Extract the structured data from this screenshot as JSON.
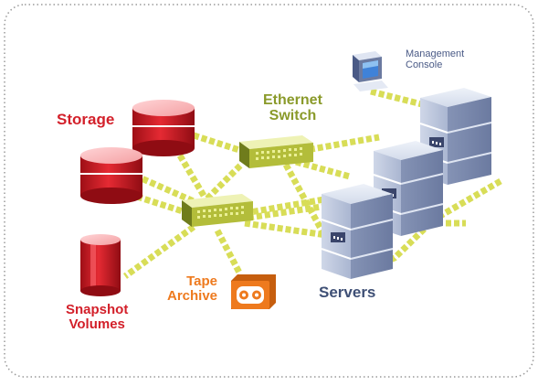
{
  "colors": {
    "storage": "#d3202a",
    "switch": "#8a9a2a",
    "server": "#5a6a8c",
    "tape": "#ee7a1e",
    "management": "#4a5a86",
    "snapshot": "#d3202a",
    "servers_label": "#3e4f75",
    "cable": "#d8dd57",
    "border": "#9a9a9a"
  },
  "labels": {
    "storage": "Storage",
    "ethernet_switch": [
      "Ethernet",
      "Switch"
    ],
    "management_console": [
      "Management",
      "Console"
    ],
    "tape_archive": [
      "Tape",
      "Archive"
    ],
    "snapshot_volumes": [
      "Snapshot",
      "Volumes"
    ],
    "servers": "Servers"
  },
  "icons": [
    "storage-disk-icon",
    "ethernet-switch-icon",
    "server-rack-icon",
    "management-console-icon",
    "tape-archive-icon",
    "snapshot-volume-icon"
  ]
}
